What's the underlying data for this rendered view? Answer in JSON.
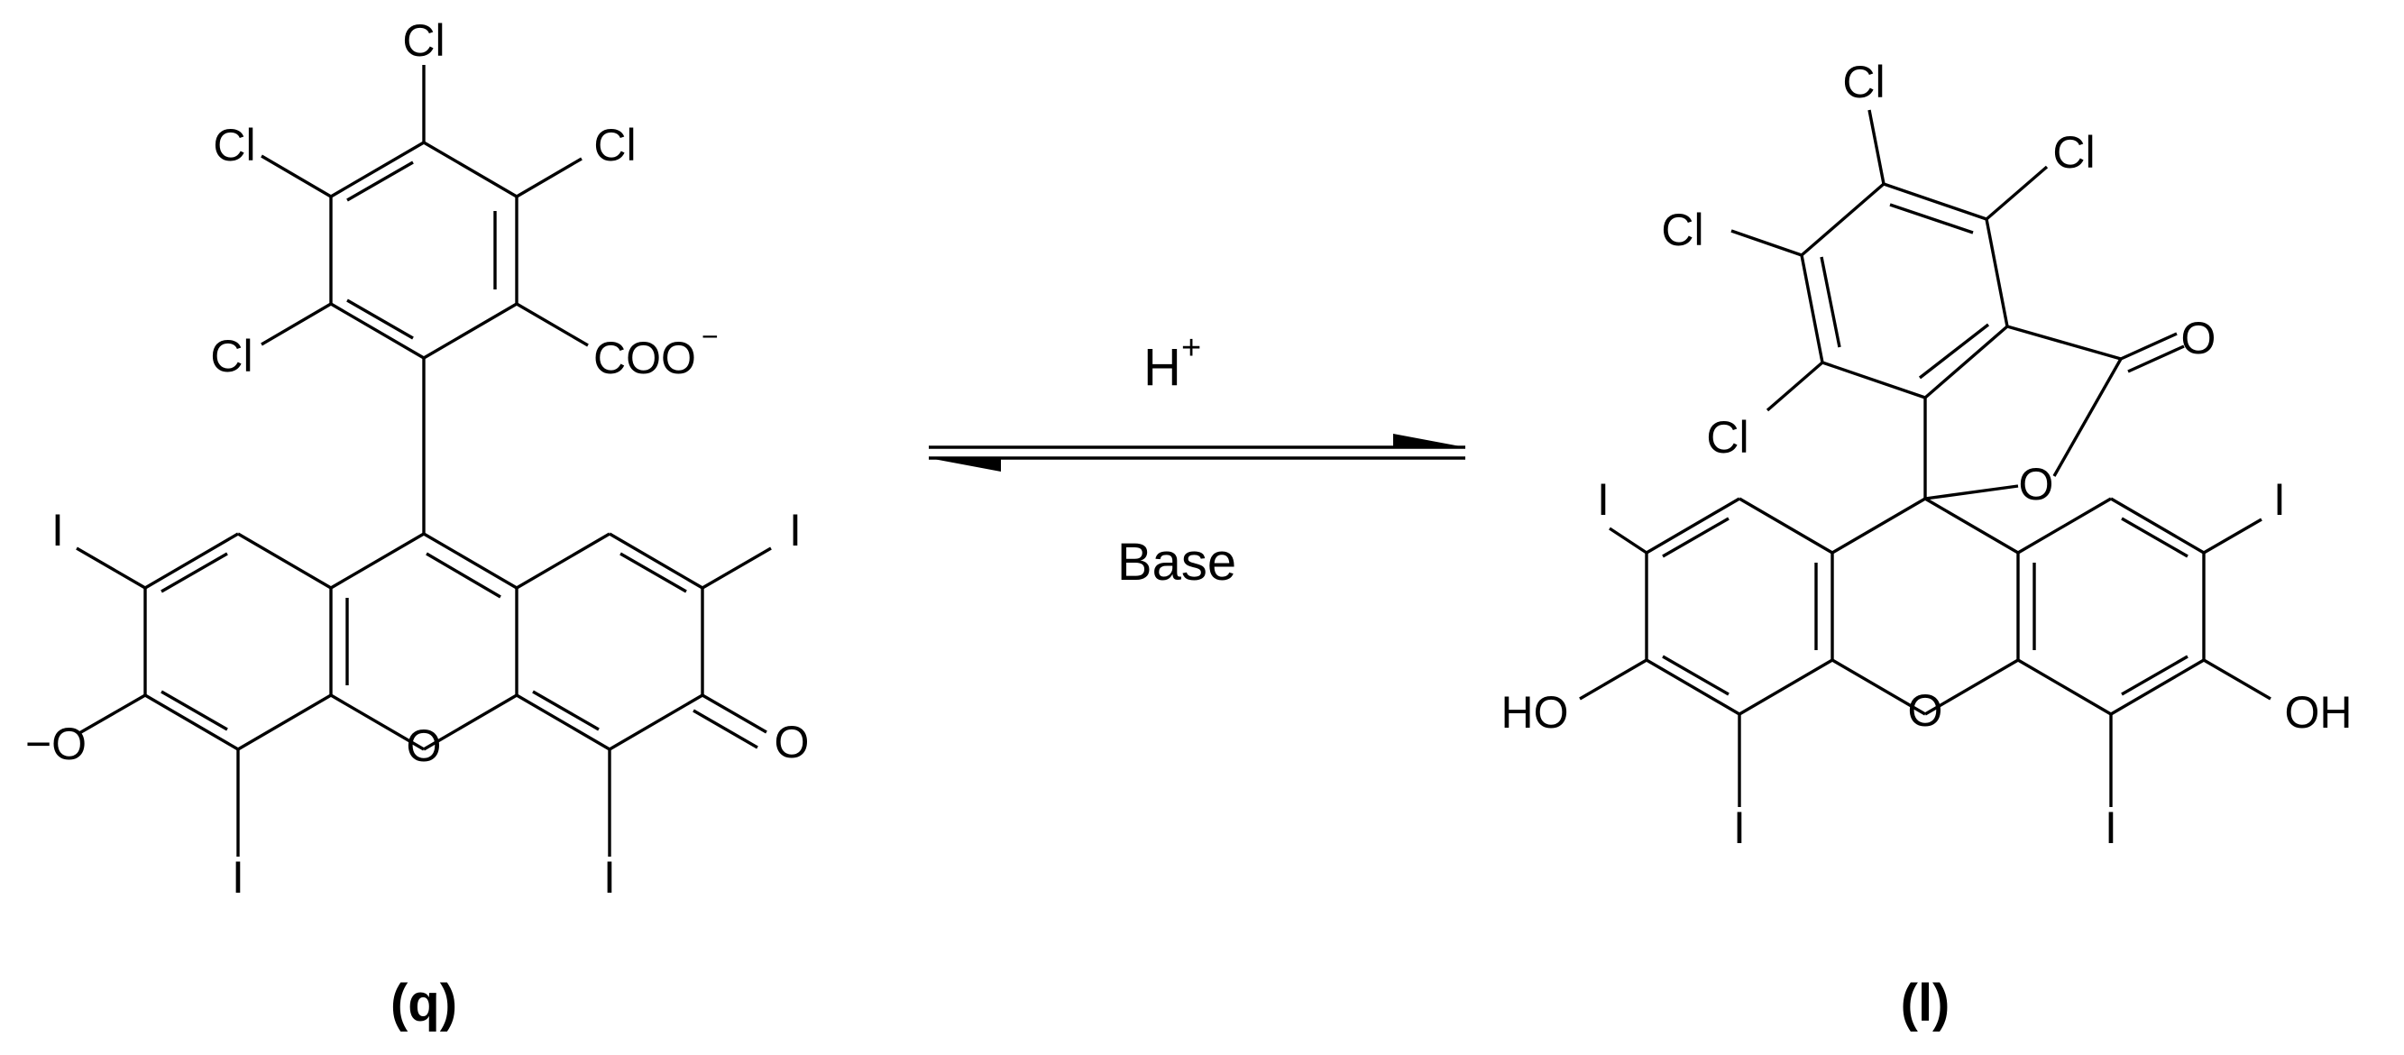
{
  "atoms": {
    "cl": "Cl",
    "i": "I",
    "o": "O",
    "ho": "HO",
    "oh": "OH",
    "coo": "COO",
    "minus": "−",
    "o_minus": "−O"
  },
  "conditions": {
    "forward": "H",
    "forward_charge": "+",
    "reverse": "Base"
  },
  "captions": {
    "left": "(q)",
    "right": "(l)"
  },
  "colors": {
    "ink": "#000000",
    "background": "#ffffff"
  }
}
